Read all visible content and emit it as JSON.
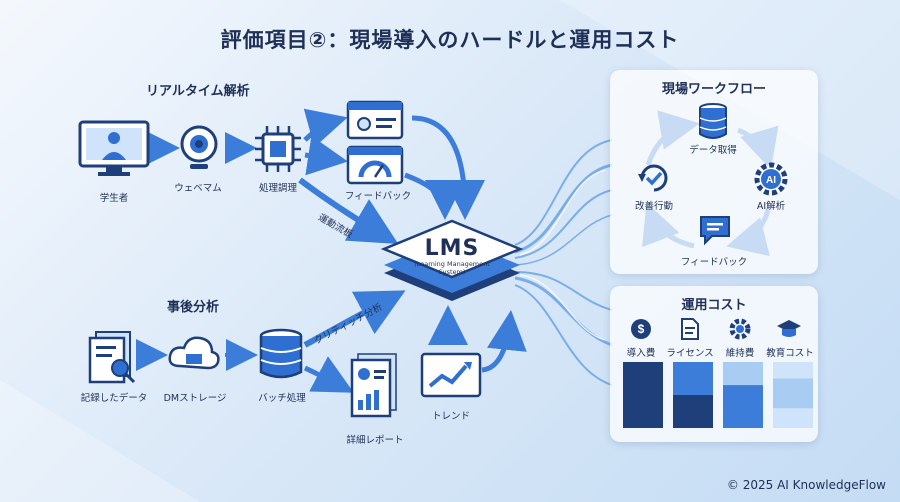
{
  "title": "評価項目②：現場導入のハードルと運用コスト",
  "realtime": {
    "heading": "リアルタイム解析",
    "student": "学生者",
    "webcam": "ウェベマム",
    "processing": "処理調理",
    "feedback": "フィードバック",
    "flow": "運動流板"
  },
  "post": {
    "heading": "事後分析",
    "recorded": "記録したデータ",
    "storage": "DMストレージ",
    "batch": "バッチ処理",
    "critical": "クリティッチ分析",
    "report": "詳細レポート",
    "trend": "トレンド"
  },
  "lms": {
    "name": "LMS",
    "sub1": "(Learning Management",
    "sub2": "System)"
  },
  "workflow": {
    "title": "現場ワークフロー",
    "data": "データ取得",
    "ai": "AI解析",
    "feedback": "フィードバック",
    "improve": "改善行動",
    "ai_badge": "AI"
  },
  "cost": {
    "title": "運用コスト",
    "items": [
      {
        "label": "導入費",
        "icon": "dollar-icon",
        "levels": [
          1.0
        ]
      },
      {
        "label": "ライセンス",
        "icon": "document-icon",
        "levels": [
          0.5,
          0.5
        ]
      },
      {
        "label": "維持費",
        "icon": "gear-icon",
        "levels": [
          0.35,
          0.65
        ]
      },
      {
        "label": "教育コスト",
        "icon": "graduation-cap-icon",
        "levels": [
          0.25,
          0.45
        ]
      }
    ]
  },
  "copyright": "© 2025 AI KnowledgeFlow",
  "colors": {
    "dark": "#1f3f7a",
    "mid": "#3b7dd8",
    "light": "#a9cdf2",
    "accent": "#2f6fd1"
  }
}
